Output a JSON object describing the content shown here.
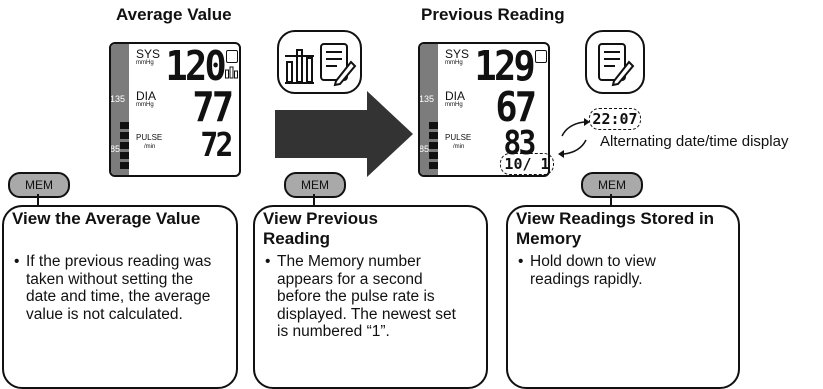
{
  "titles": {
    "average": "Average Value",
    "previous": "Previous Reading"
  },
  "displays": {
    "average": {
      "sys_label": "SYS",
      "dia_label": "DIA",
      "pulse_label": "PULSE",
      "unit_mmhg": "mmHg",
      "unit_pulse": "/min",
      "sys": "120",
      "dia": "77",
      "pulse": "72",
      "scale_high": "135",
      "scale_low": "85"
    },
    "previous": {
      "sys_label": "SYS",
      "dia_label": "DIA",
      "pulse_label": "PULSE",
      "unit_mmhg": "mmHg",
      "unit_pulse": "/min",
      "sys": "129",
      "dia": "67",
      "pulse": "83",
      "scale_high": "135",
      "scale_low": "85",
      "time": "22:07",
      "date": "10/ 1"
    }
  },
  "alternating_caption": "Alternating date/time display",
  "mem_label": "MEM",
  "boxes": [
    {
      "heading": "View the Average Value",
      "bullet": "If the previous reading was taken without setting the date and time, the average value is not calculated."
    },
    {
      "heading": "View Previous Reading",
      "bullet": "The Memory number appears for a second before the pulse rate is displayed. The newest set is numbered “1”."
    },
    {
      "heading": "View Readings Stored in Memory",
      "bullet": "Hold down to view readings rapidly."
    }
  ],
  "colors": {
    "mem_button": "#a9a9a9",
    "scale_bar": "#7c7c7c",
    "arrow": "#333333"
  }
}
